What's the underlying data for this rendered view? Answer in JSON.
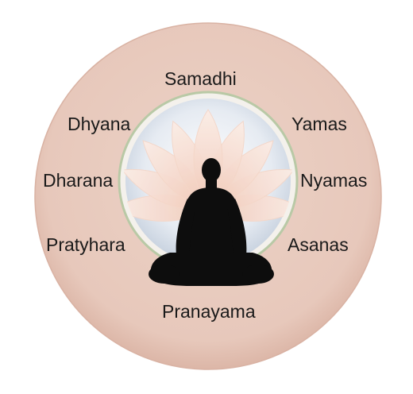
{
  "diagram": {
    "stages": {
      "samadhi": "Samadhi",
      "dhyana": "Dhyana",
      "yamas": "Yamas",
      "dharana": "Dharana",
      "nyamas": "Nyamas",
      "pratyhara": "Pratyhara",
      "asanas": "Asanas",
      "pranayama": "Pranayama"
    },
    "colors": {
      "outer_ring": "#e7c8bb",
      "outer_ring_edge": "#d9b2a3",
      "inner_disc": "#dfe6ef",
      "inner_rim": "#a8bf8f",
      "petal": "#f6dccf",
      "silhouette": "#0d0d0d",
      "text": "#1a1a1a"
    },
    "icons": {
      "center": "meditating-figure-icon",
      "flower": "lotus-flower-icon"
    }
  }
}
